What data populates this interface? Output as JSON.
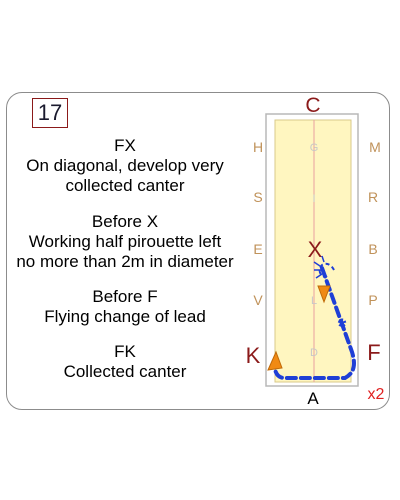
{
  "test_number": "17",
  "instructions": [
    {
      "heading": "FX",
      "lines": [
        "On diagonal, develop very",
        "collected canter"
      ]
    },
    {
      "heading": "Before X",
      "lines": [
        "Working half pirouette left",
        "no more than 2m in diameter"
      ]
    },
    {
      "heading": "Before F",
      "lines": [
        "Flying change of lead"
      ]
    },
    {
      "heading": "FK",
      "lines": [
        "Collected canter"
      ]
    }
  ],
  "arena": {
    "top_letter": "C",
    "bottom_letter": "A",
    "left_letters": [
      "H",
      "S",
      "E",
      "V",
      "K"
    ],
    "right_letters": [
      "M",
      "R",
      "B",
      "P",
      "F"
    ],
    "centerline_letters": [
      "G",
      "I",
      "X",
      "L",
      "D"
    ],
    "repeat": "x2"
  },
  "colors": {
    "path": "#1f3fd6",
    "arena_fill": "#fff6c0",
    "marker": "#f08a14",
    "highlight_letter": "#8b1a1a",
    "faint_letter": "#c0925a",
    "repeat": "#e02020"
  }
}
